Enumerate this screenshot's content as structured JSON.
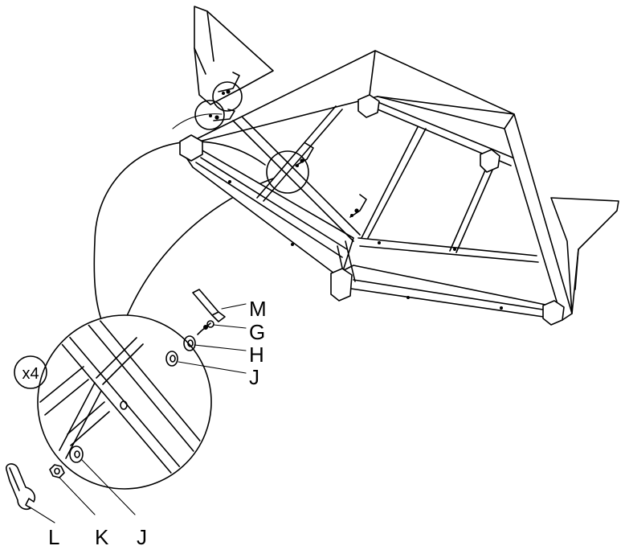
{
  "diagram": {
    "quantity_badge": "x4",
    "callouts": [
      {
        "letter": "M"
      },
      {
        "letter": "G"
      },
      {
        "letter": "H"
      },
      {
        "letter": "J"
      },
      {
        "letter": "L"
      },
      {
        "letter": "K"
      },
      {
        "letter": "J"
      }
    ],
    "colors": {
      "ink": "#000000",
      "paper": "#ffffff"
    }
  }
}
